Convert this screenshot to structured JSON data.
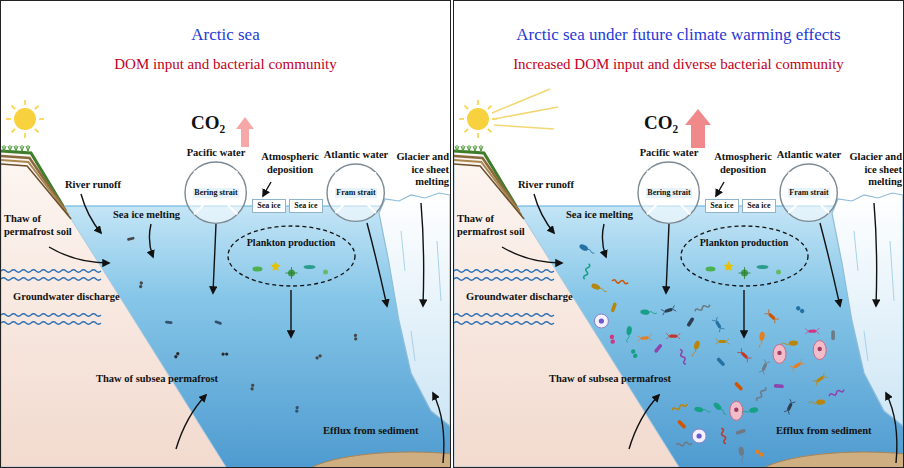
{
  "diagram": {
    "nodes": [
      {
        "text": [
          "Arctic sea",
          "DOM input and bacterial community"
        ]
      },
      {
        "text": [
          "Pacific water",
          "Bering strait"
        ],
        "in": 0
      },
      {
        "text": [
          "Sea ice"
        ],
        "in": 0
      },
      {
        "text": [
          "Sea ice"
        ],
        "in": 0
      },
      {
        "text": [
          "Atlantic water",
          "Fram strait"
        ],
        "in": 0
      },
      {
        "text": [
          "Plankton production"
        ],
        "in": 0
      },
      {
        "text": [
          "Arctic sea under future climate warming effects",
          "Increased DOM input and diverse bacterial community"
        ]
      },
      {
        "text": [
          "Pacific water",
          "Bering strait"
        ],
        "in": 6
      },
      {
        "text": [
          "Sea ice"
        ],
        "in": 6
      },
      {
        "text": [
          "Sea ice"
        ],
        "in": 6
      },
      {
        "text": [
          "Atlantic water",
          "Fram strait"
        ],
        "in": 6
      },
      {
        "text": [
          "Plankton production"
        ],
        "in": 6
      }
    ],
    "labels": [
      "CO₂",
      "River runoff",
      "Thaw of permafrost soil",
      "Sea ice melting",
      "Atmospheric deposition",
      "Glacier and ice sheet melting",
      "Groundwater discharge",
      "Thaw of subsea permafrost",
      "Efflux from sediment",
      "CO₂",
      "River runoff",
      "Thaw of permafrost soil",
      "Sea ice melting",
      "Atmospheric deposition",
      "Glacier and ice sheet melting",
      "Groundwater discharge",
      "Thaw of subsea permafrost",
      "Efflux from sediment"
    ]
  }
}
